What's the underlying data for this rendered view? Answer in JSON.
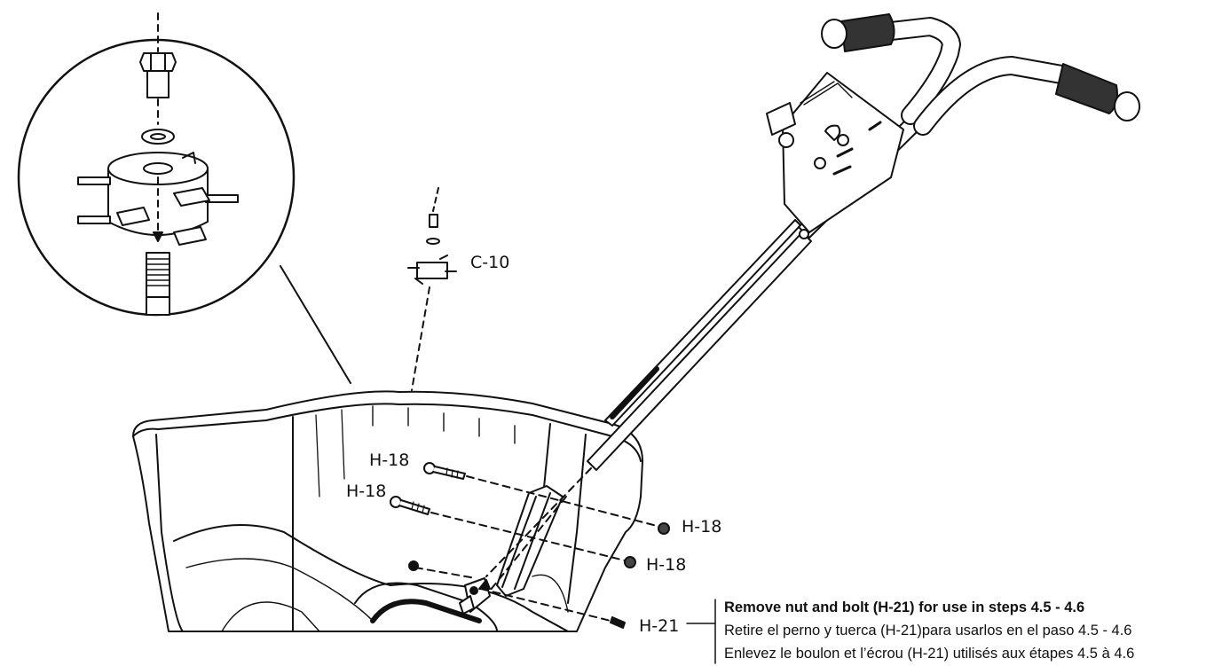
{
  "labels": {
    "c10": "C-10",
    "h18_a": "H-18",
    "h18_b": "H-18",
    "h18_c": "H-18",
    "h18_d": "H-18",
    "h21": "H-21"
  },
  "note": {
    "en": "Remove nut and bolt (H-21) for use in steps 4.5 - 4.6",
    "es": "Retire el perno y tuerca (H-21)para usarlos en el paso 4.5 - 4.6",
    "fr": "Enlevez le boulon et l’écrou (H-21) utilisés aux étapes 4.5 à 4.6"
  },
  "colors": {
    "line": "#111111",
    "fill": "#ffffff",
    "shade": "#555555"
  }
}
